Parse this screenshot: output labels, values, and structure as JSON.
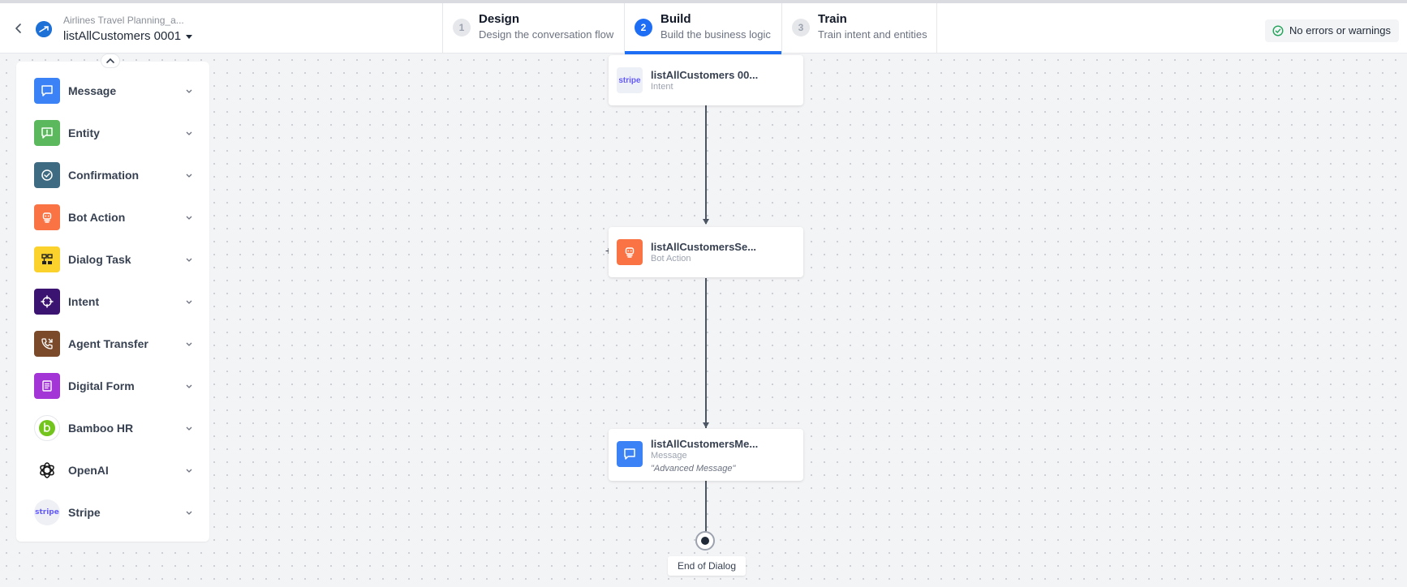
{
  "header": {
    "app_title": "Airlines Travel Planning_a...",
    "dialog_name": "listAllCustomers 0001",
    "steps": [
      {
        "num": "1",
        "title": "Design",
        "desc": "Design the conversation flow"
      },
      {
        "num": "2",
        "title": "Build",
        "desc": "Build the business logic"
      },
      {
        "num": "3",
        "title": "Train",
        "desc": "Train intent and entities"
      }
    ],
    "status": "No errors or warnings"
  },
  "sidebar": {
    "items": [
      {
        "label": "Message",
        "icon": "message-icon",
        "color": "#3b82f6"
      },
      {
        "label": "Entity",
        "icon": "entity-icon",
        "color": "#5cb85c"
      },
      {
        "label": "Confirmation",
        "icon": "confirmation-icon",
        "color": "#3f6b82"
      },
      {
        "label": "Bot Action",
        "icon": "bot-action-icon",
        "color": "#f97345"
      },
      {
        "label": "Dialog Task",
        "icon": "dialog-task-icon",
        "color": "#fbd12b"
      },
      {
        "label": "Intent",
        "icon": "intent-icon",
        "color": "#3b1370"
      },
      {
        "label": "Agent Transfer",
        "icon": "agent-transfer-icon",
        "color": "#7a4a2a"
      },
      {
        "label": "Digital Form",
        "icon": "digital-form-icon",
        "color": "#a335d6"
      },
      {
        "label": "Bamboo HR",
        "icon": "bamboo-hr-icon",
        "color": "#73c41d"
      },
      {
        "label": "OpenAI",
        "icon": "openai-icon",
        "color": "#111111"
      },
      {
        "label": "Stripe",
        "icon": "stripe-icon",
        "color": "#635bff"
      }
    ]
  },
  "flow": {
    "nodes": [
      {
        "title": "listAllCustomers 00...",
        "type": "Intent",
        "icon": "stripe-icon",
        "icon_text": "stripe"
      },
      {
        "title": "listAllCustomersSe...",
        "type": "Bot Action",
        "icon": "bot-action-icon"
      },
      {
        "title": "listAllCustomersMe...",
        "type": "Message",
        "note": "\"Advanced Message\"",
        "icon": "message-icon"
      }
    ],
    "end_label": "End of Dialog"
  }
}
